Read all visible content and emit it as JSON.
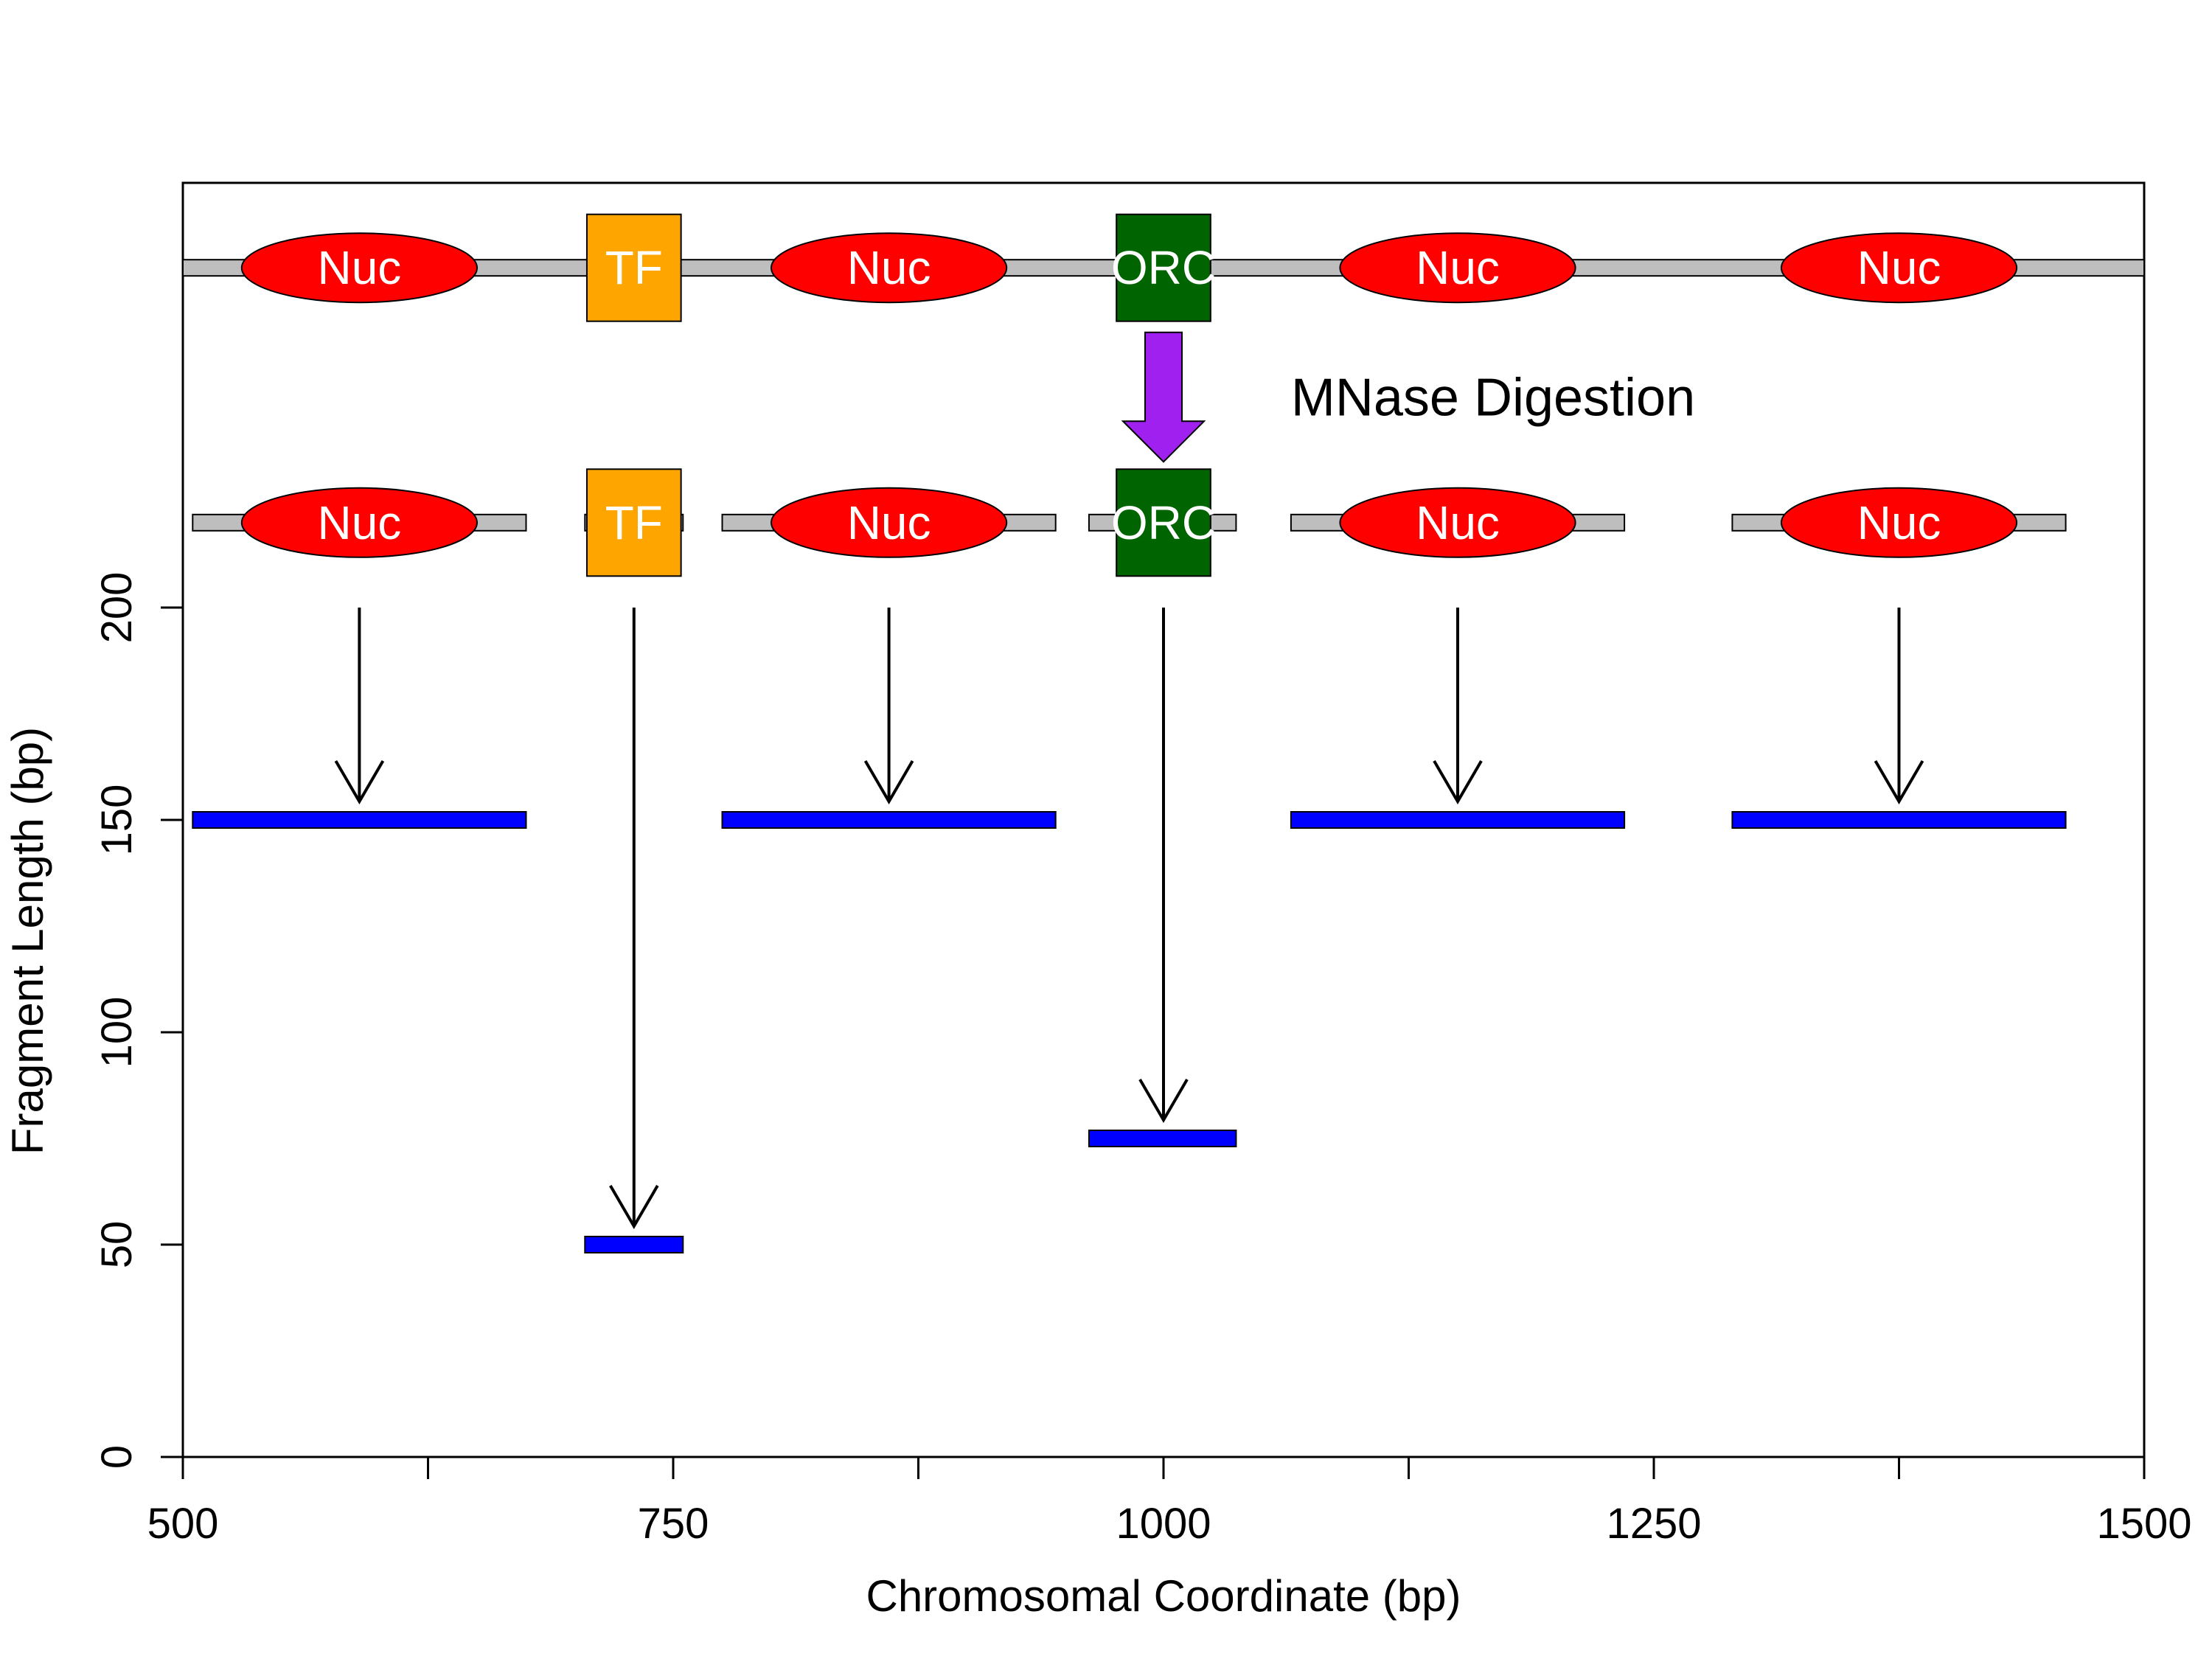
{
  "chart_data": {
    "type": "diagram-plot",
    "title": "",
    "xlabel": "Chromosomal Coordinate (bp)",
    "ylabel": "Fragment Length (bp)",
    "xlim": [
      500,
      1500
    ],
    "ylim": [
      0,
      300
    ],
    "x_ticks": [
      500,
      625,
      750,
      875,
      1000,
      1125,
      1250,
      1375,
      1500
    ],
    "x_tick_labels": [
      "500",
      "750",
      "1000",
      "1250",
      "1500"
    ],
    "x_tick_label_values": [
      500,
      750,
      1000,
      1250,
      1500
    ],
    "y_ticks": [
      0,
      50,
      100,
      150,
      200
    ],
    "y_tick_labels": [
      "0",
      "50",
      "100",
      "150",
      "200"
    ],
    "annotation": "MNase Digestion",
    "colors": {
      "nucleosome": "#ff0000",
      "tf": "#ffa500",
      "orc": "#006400",
      "dna": "#bebebe",
      "fragment": "#0000ff",
      "digestion_arrow": "#a020f0"
    },
    "proteins": [
      {
        "label": "Nuc",
        "kind": "nucleosome",
        "center": 590
      },
      {
        "label": "TF",
        "kind": "tf",
        "center": 730
      },
      {
        "label": "Nuc",
        "kind": "nucleosome",
        "center": 860
      },
      {
        "label": "ORC",
        "kind": "orc",
        "center": 1000
      },
      {
        "label": "Nuc",
        "kind": "nucleosome",
        "center": 1150
      },
      {
        "label": "Nuc",
        "kind": "nucleosome",
        "center": 1375
      }
    ],
    "fragments": [
      {
        "x_start": 505,
        "x_end": 675,
        "length": 150,
        "center": 590
      },
      {
        "x_start": 705,
        "x_end": 755,
        "length": 50,
        "center": 730
      },
      {
        "x_start": 775,
        "x_end": 945,
        "length": 150,
        "center": 860
      },
      {
        "x_start": 962,
        "x_end": 1037,
        "length": 75,
        "center": 1000
      },
      {
        "x_start": 1065,
        "x_end": 1235,
        "length": 150,
        "center": 1150
      },
      {
        "x_start": 1290,
        "x_end": 1460,
        "length": 150,
        "center": 1375
      }
    ]
  }
}
